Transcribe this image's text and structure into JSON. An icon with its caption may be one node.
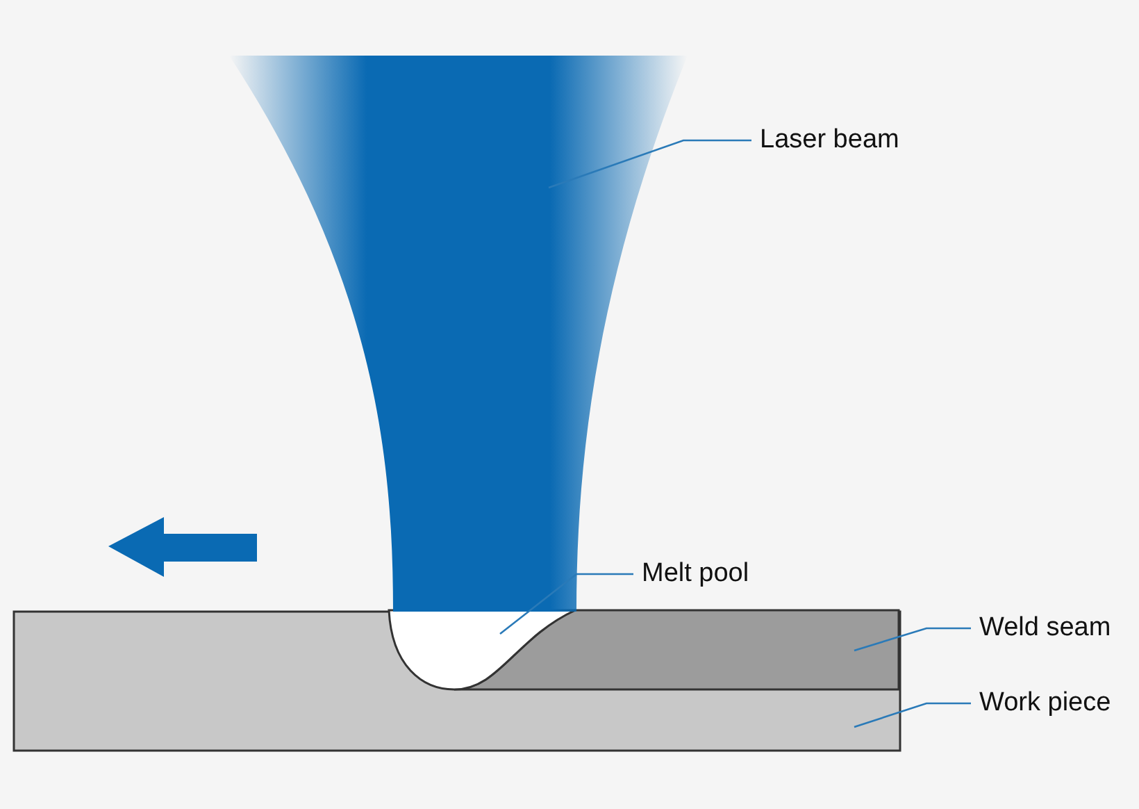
{
  "diagram": {
    "nodes": [
      {
        "text": [
          "Laser beam"
        ]
      },
      {
        "text": [],
        "shape": "cone"
      },
      {
        "text": [
          "Melt pool"
        ]
      },
      {
        "text": [],
        "shape": "bowl",
        "in": 7
      },
      {
        "text": [
          "Weld seam"
        ]
      },
      {
        "text": [],
        "shape": "box",
        "in": 7
      },
      {
        "text": [
          "Work piece"
        ]
      },
      {
        "text": [],
        "shape": "box"
      }
    ],
    "edges": [
      {
        "from": 0,
        "to": 1,
        "arrow": "none"
      },
      {
        "from": 2,
        "to": 3,
        "arrow": "none"
      },
      {
        "from": 4,
        "to": 5,
        "arrow": "none"
      },
      {
        "from": 6,
        "to": 7,
        "arrow": "none"
      }
    ]
  }
}
